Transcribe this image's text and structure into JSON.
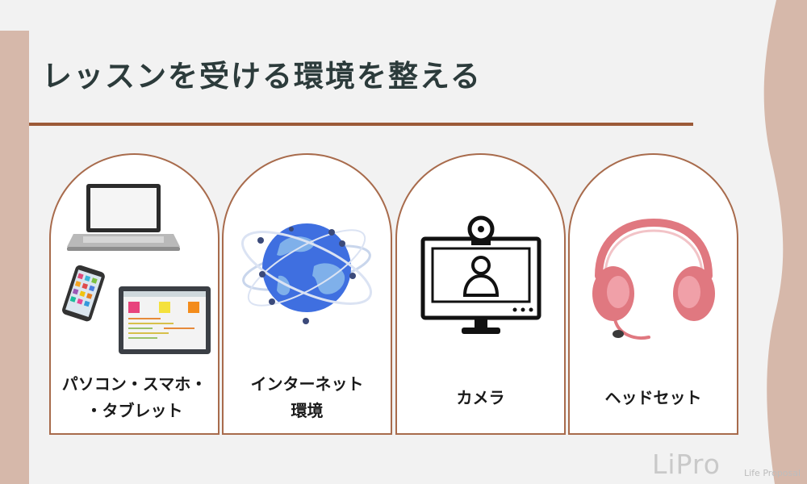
{
  "title": "レッスンを受ける環境を整える",
  "cards": [
    {
      "label_lines": [
        "パソコン・スマホ・",
        "・タブレット"
      ],
      "illustration": "laptop-phone-tablet"
    },
    {
      "label_lines": [
        "インターネット",
        "環境"
      ],
      "illustration": "globe-network"
    },
    {
      "label_lines": [
        "カメラ"
      ],
      "illustration": "webcam-monitor"
    },
    {
      "label_lines": [
        "ヘッドセット"
      ],
      "illustration": "headset"
    }
  ],
  "brand": {
    "name": "LiPro",
    "tagline": "Life Proposal"
  },
  "colors": {
    "accent_band": "#d6b8aa",
    "rule": "#9c5a38",
    "card_border": "#a86b4c",
    "title_text": "#2c3b3b",
    "headset": "#e07880"
  }
}
